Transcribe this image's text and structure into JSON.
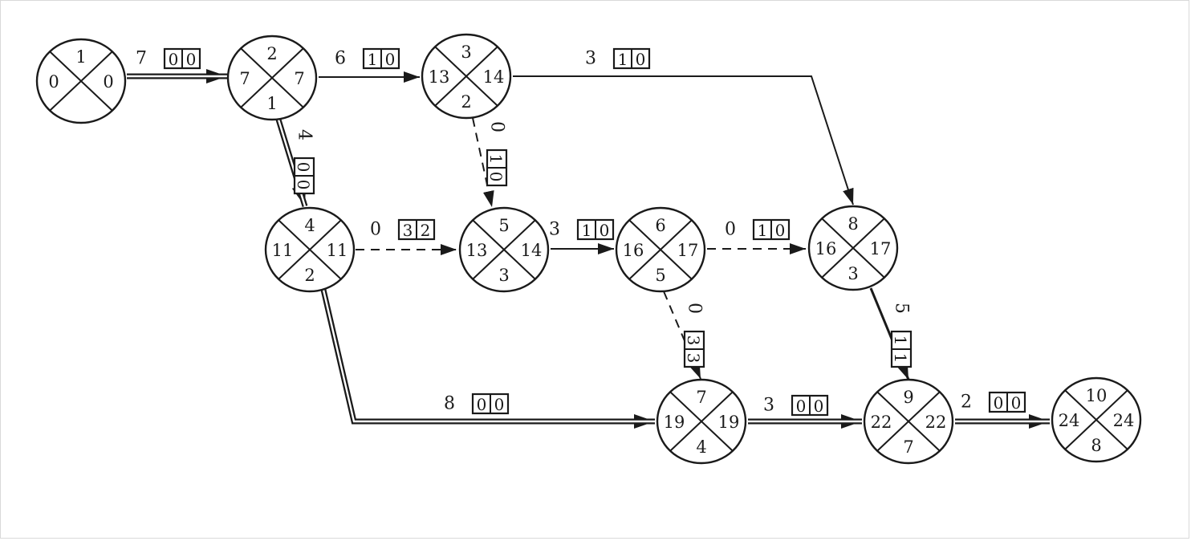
{
  "diagram": {
    "nodes": [
      {
        "id": "1",
        "top": "1",
        "left": "0",
        "right": "0",
        "bottom": ""
      },
      {
        "id": "2",
        "top": "2",
        "left": "7",
        "right": "7",
        "bottom": "1"
      },
      {
        "id": "3",
        "top": "3",
        "left": "13",
        "right": "14",
        "bottom": "2"
      },
      {
        "id": "4",
        "top": "4",
        "left": "11",
        "right": "11",
        "bottom": "2"
      },
      {
        "id": "5",
        "top": "5",
        "left": "13",
        "right": "14",
        "bottom": "3"
      },
      {
        "id": "6",
        "top": "6",
        "left": "16",
        "right": "17",
        "bottom": "5"
      },
      {
        "id": "8",
        "top": "8",
        "left": "16",
        "right": "17",
        "bottom": "3"
      },
      {
        "id": "7",
        "top": "7",
        "left": "19",
        "right": "19",
        "bottom": "4"
      },
      {
        "id": "9",
        "top": "9",
        "left": "22",
        "right": "22",
        "bottom": "7"
      },
      {
        "id": "10",
        "top": "10",
        "left": "24",
        "right": "24",
        "bottom": "8"
      }
    ],
    "edges": [
      {
        "id": "e1-2",
        "from": "1",
        "to": "2",
        "duration": "7",
        "box": [
          "0",
          "0"
        ],
        "style": "critical"
      },
      {
        "id": "e2-3",
        "from": "2",
        "to": "3",
        "duration": "6",
        "box": [
          "1",
          "0"
        ],
        "style": "normal"
      },
      {
        "id": "e3-8",
        "from": "3",
        "to": "8",
        "duration": "3",
        "box": [
          "1",
          "0"
        ],
        "style": "normal"
      },
      {
        "id": "e2-4",
        "from": "2",
        "to": "4",
        "duration": "4",
        "box": [
          "0",
          "0"
        ],
        "style": "critical"
      },
      {
        "id": "e3-5",
        "from": "3",
        "to": "5",
        "duration": "0",
        "box": [
          "1",
          "0"
        ],
        "style": "dummy"
      },
      {
        "id": "e4-5",
        "from": "4",
        "to": "5",
        "duration": "0",
        "box": [
          "3",
          "2"
        ],
        "style": "dummy"
      },
      {
        "id": "e5-6",
        "from": "5",
        "to": "6",
        "duration": "3",
        "box": [
          "1",
          "0"
        ],
        "style": "normal"
      },
      {
        "id": "e6-8",
        "from": "6",
        "to": "8",
        "duration": "0",
        "box": [
          "1",
          "0"
        ],
        "style": "dummy"
      },
      {
        "id": "e6-7",
        "from": "6",
        "to": "7",
        "duration": "0",
        "box": [
          "3",
          "3"
        ],
        "style": "dummy"
      },
      {
        "id": "e8-9",
        "from": "8",
        "to": "9",
        "duration": "5",
        "box": [
          "1",
          "1"
        ],
        "style": "normal"
      },
      {
        "id": "e4-7",
        "from": "4",
        "to": "7",
        "duration": "8",
        "box": [
          "0",
          "0"
        ],
        "style": "critical"
      },
      {
        "id": "e7-9",
        "from": "7",
        "to": "9",
        "duration": "3",
        "box": [
          "0",
          "0"
        ],
        "style": "critical"
      },
      {
        "id": "e9-10",
        "from": "9",
        "to": "10",
        "duration": "2",
        "box": [
          "0",
          "0"
        ],
        "style": "critical"
      }
    ]
  }
}
